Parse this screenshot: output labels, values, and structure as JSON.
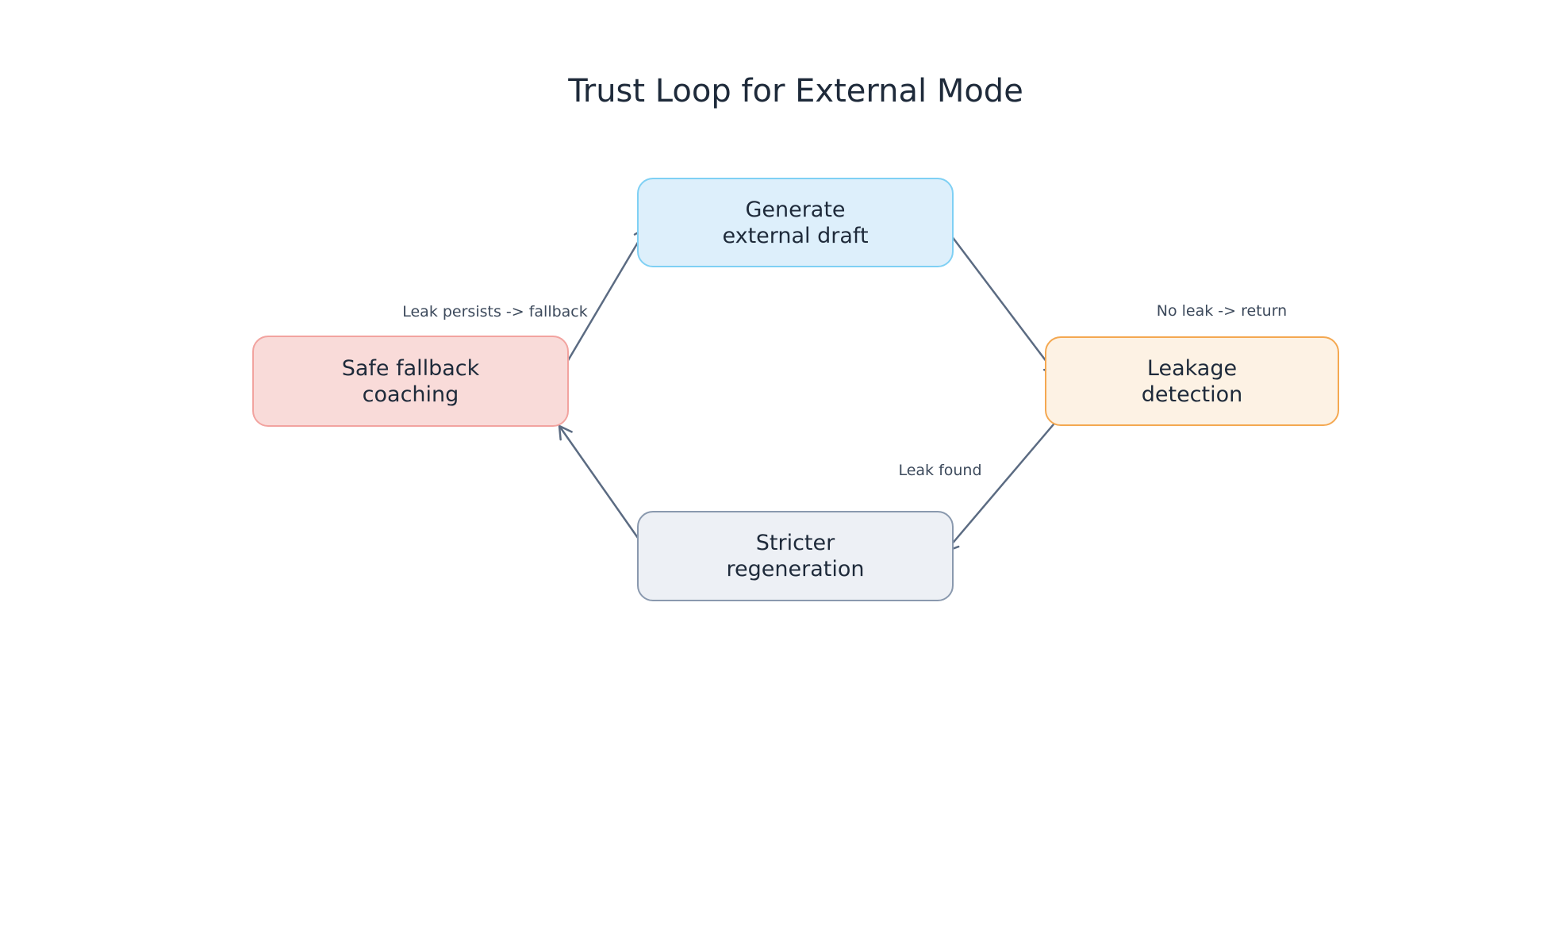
{
  "title": "Trust Loop for External Mode",
  "nodes": [
    {
      "id": "generate-external-draft",
      "label": "Generate\nexternal draft",
      "fill": "#ddeffb",
      "border": "#7fd0f4"
    },
    {
      "id": "leakage-detection",
      "label": "Leakage\ndetection",
      "fill": "#fdf2e4",
      "border": "#f4a851"
    },
    {
      "id": "stricter-regeneration",
      "label": "Stricter\nregeneration",
      "fill": "#edf0f5",
      "border": "#8a99ae"
    },
    {
      "id": "safe-fallback-coaching",
      "label": "Safe fallback\ncoaching",
      "fill": "#f9dbd9",
      "border": "#f2a39f"
    }
  ],
  "edges": [
    {
      "from": "safe-fallback-coaching",
      "to": "generate-external-draft",
      "label": "Leak persists -> fallback"
    },
    {
      "from": "generate-external-draft",
      "to": "leakage-detection",
      "label": "No leak -> return"
    },
    {
      "from": "leakage-detection",
      "to": "stricter-regeneration",
      "label": "Leak found"
    },
    {
      "from": "stricter-regeneration",
      "to": "safe-fallback-coaching",
      "label": ""
    }
  ],
  "colors": {
    "background": "#ffffff",
    "title_text": "#1e2a3a",
    "node_text": "#1e2a3a",
    "edge_label_text": "#3d4a5c",
    "arrow": "#5b6b82"
  }
}
